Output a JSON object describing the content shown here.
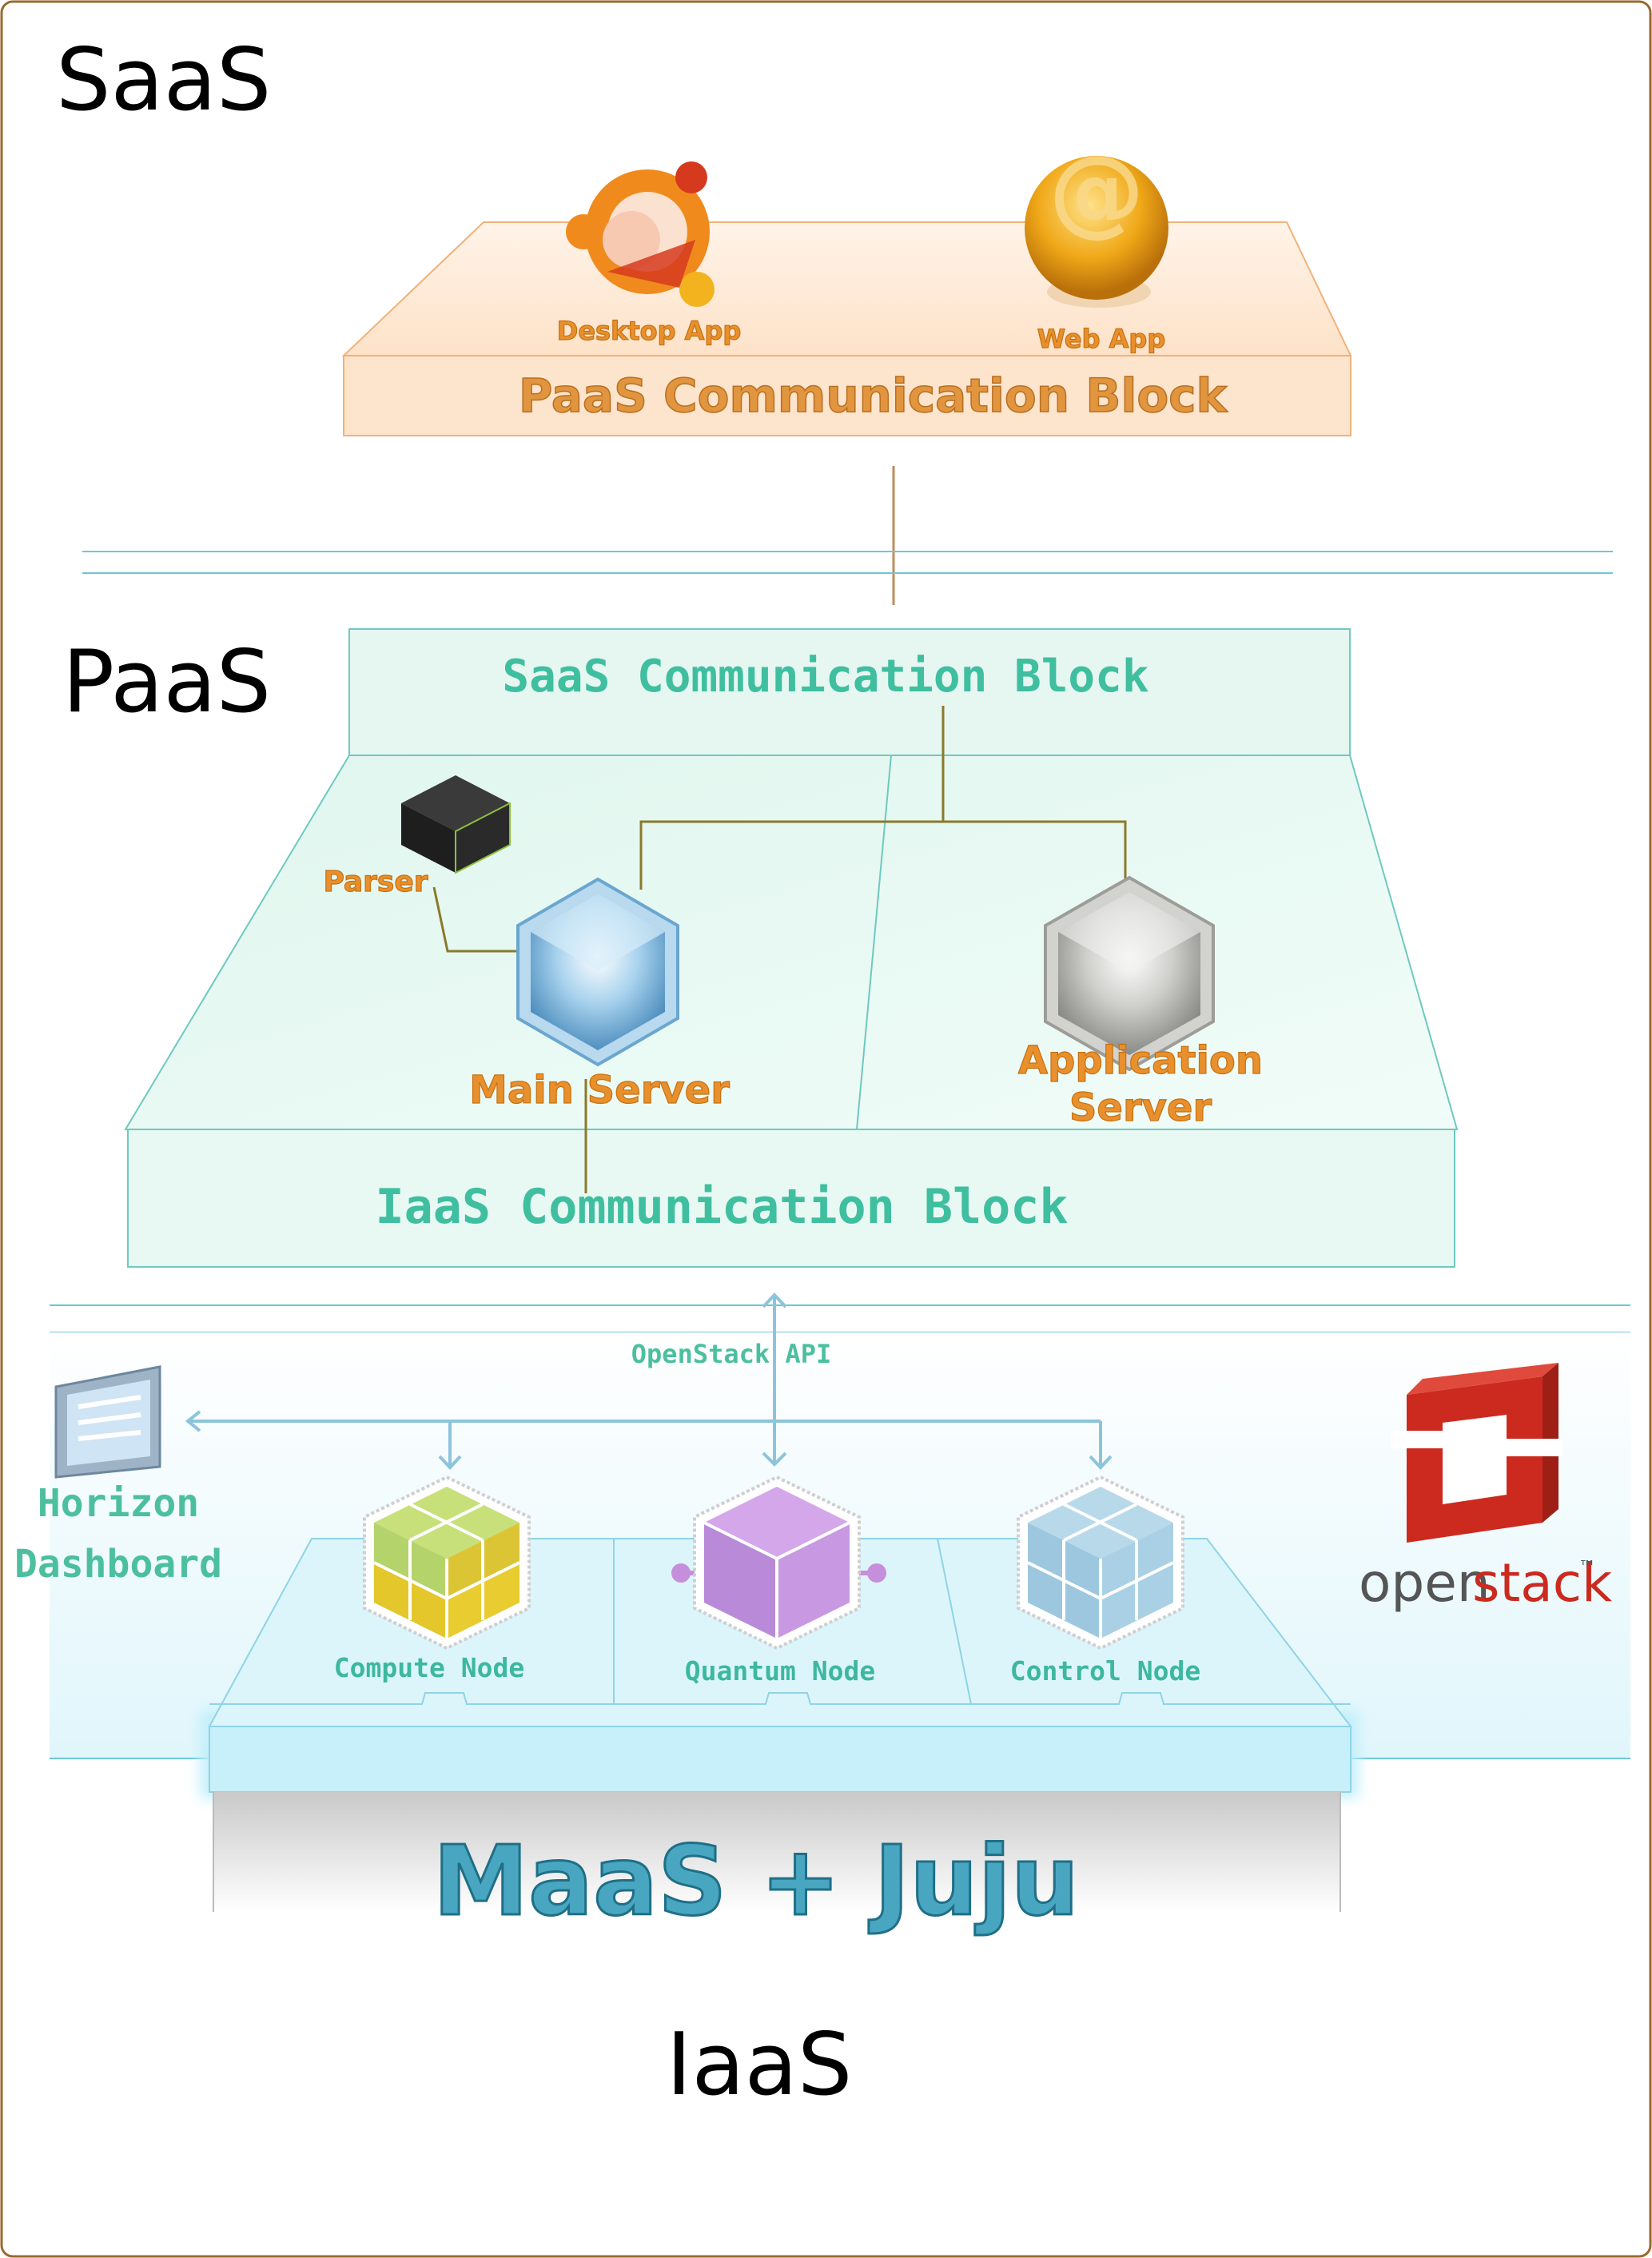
{
  "layers": {
    "saas_title": "SaaS",
    "paas_title": "PaaS",
    "iaas_title": "IaaS"
  },
  "saas": {
    "block_title": "PaaS Communication Block",
    "desktop_app_label": "Desktop App",
    "web_app_label": "Web App"
  },
  "paas": {
    "top_block_title": "SaaS Communication Block",
    "bottom_block_title": "IaaS Communication Block",
    "parser_label": "Parser",
    "main_server_label": "Main Server",
    "application_server_label_line1": "Application",
    "application_server_label_line2": "Server"
  },
  "iaas": {
    "api_label": "OpenStack API",
    "horizon_label_line1": "Horizon",
    "horizon_label_line2": "Dashboard",
    "compute_node_label": "Compute Node",
    "quantum_node_label": "Quantum Node",
    "control_node_label": "Control Node",
    "maas_label": "MaaS + Juju",
    "openstack_logo_part1": "open",
    "openstack_logo_part2": "stack",
    "openstack_trademark": "™"
  },
  "colors": {
    "border": "#9a6a2e",
    "saas_block_fill": "#fde9d8",
    "saas_block_stroke": "#f0b27a",
    "paas_block_fill": "#e4f7f1",
    "paas_block_stroke": "#6ec9c0",
    "iaas_block_fill": "#d8f4fb",
    "iaas_block_stroke": "#8fd3e6",
    "separator": "#6cc8d6",
    "connector": "#8a7a2a",
    "api_arrow": "#8cc4dc"
  }
}
